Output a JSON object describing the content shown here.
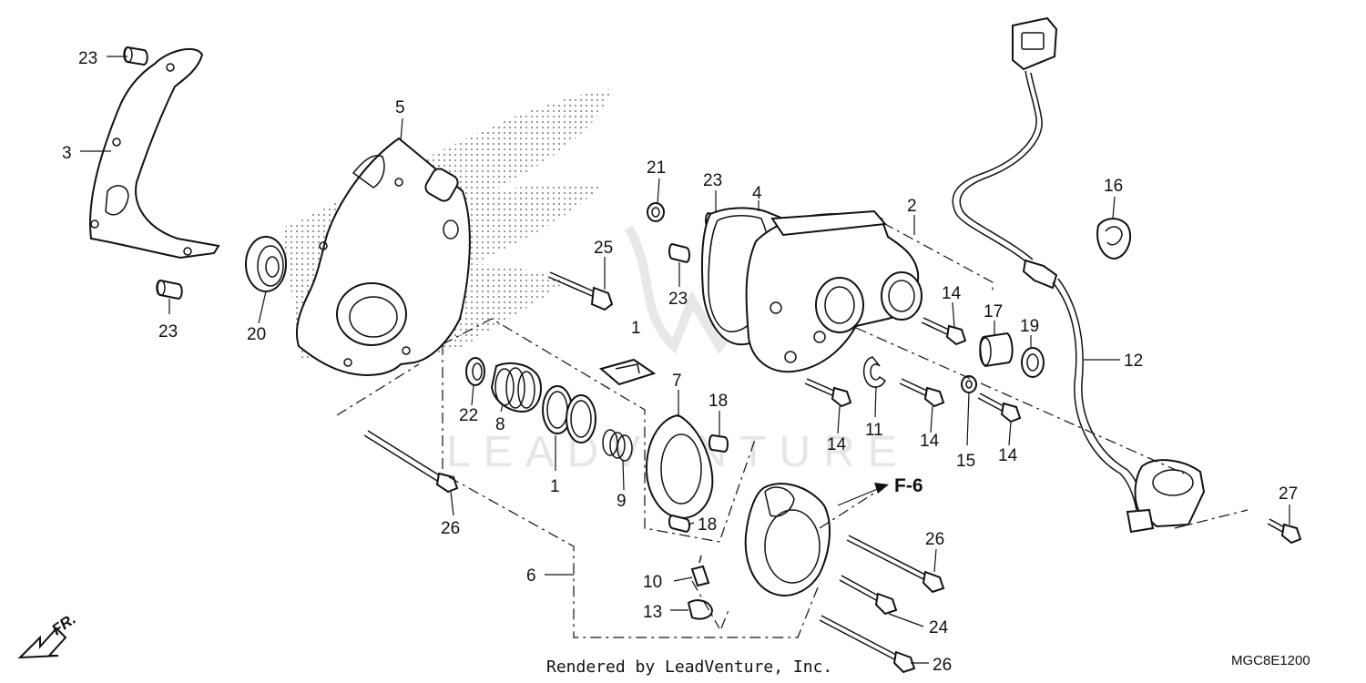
{
  "diagram": {
    "part_labels": {
      "p23a": "23",
      "p3": "3",
      "p23b": "23",
      "p20": "20",
      "p5": "5",
      "p22": "22",
      "p8": "8",
      "p1a": "1",
      "p1b": "1",
      "p9": "9",
      "p26a": "26",
      "p6": "6",
      "p7": "7",
      "p18a": "18",
      "p18b": "18",
      "p10": "10",
      "p13": "13",
      "p25": "25",
      "p21": "21",
      "p23c": "23",
      "p23d": "23",
      "p4": "4",
      "p2": "2",
      "p14a": "14",
      "p17": "17",
      "p19": "19",
      "p12": "12",
      "p16": "16",
      "p14b": "14",
      "p11": "11",
      "p14c": "14",
      "p15": "15",
      "p14d": "14",
      "p27": "27",
      "p26b": "26",
      "p24": "24",
      "p26c": "26"
    },
    "section_ref": "F-6",
    "front_indicator": "FR.",
    "watermark": "LEADVENTURE",
    "footer_text": "Rendered by LeadVenture, Inc.",
    "diagram_code": "MGC8E1200"
  }
}
